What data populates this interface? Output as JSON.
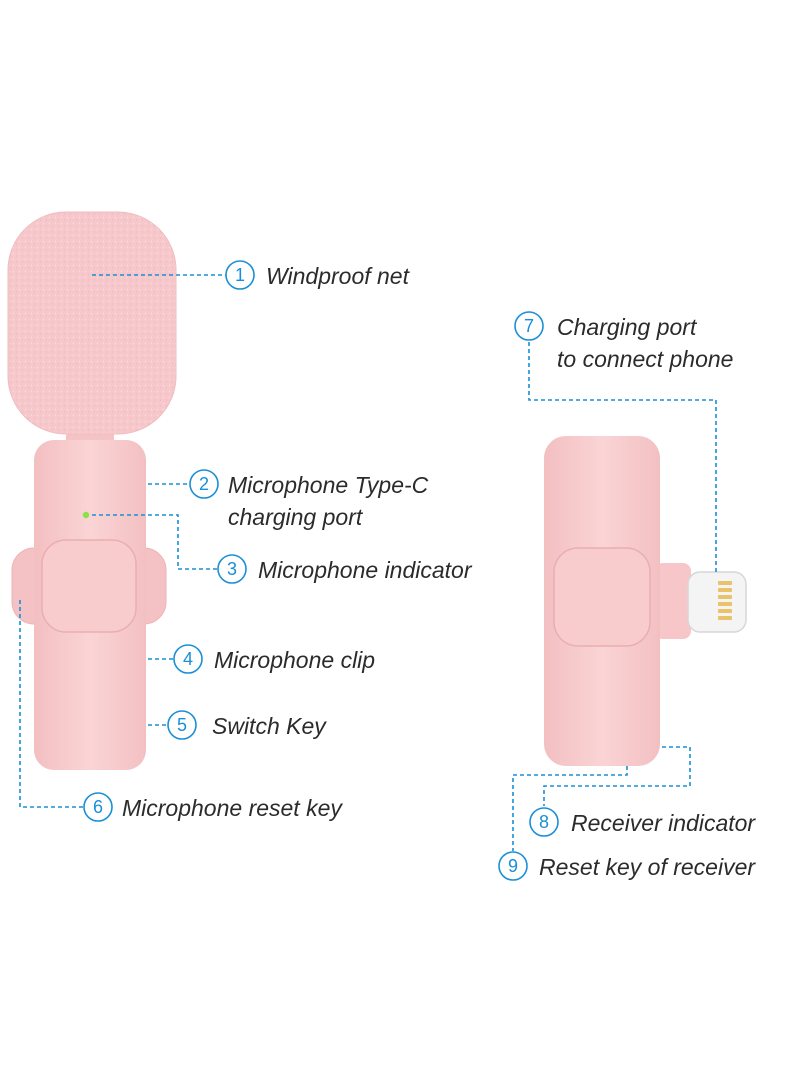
{
  "colors": {
    "body_pink": "#f9cfd0",
    "body_shade": "#f0b9bb",
    "foam_pink": "#f6c8cb",
    "accent_blue": "#1a8fd6",
    "indicator_green": "#8ce04a",
    "text": "#2b2b2b"
  },
  "callouts": [
    {
      "num": "1",
      "lines": [
        "Windproof net"
      ]
    },
    {
      "num": "2",
      "lines": [
        "Microphone Type-C",
        "charging port"
      ]
    },
    {
      "num": "3",
      "lines": [
        "Microphone indicator"
      ]
    },
    {
      "num": "4",
      "lines": [
        "Microphone clip"
      ]
    },
    {
      "num": "5",
      "lines": [
        "Switch Key"
      ]
    },
    {
      "num": "6",
      "lines": [
        "Microphone reset key"
      ]
    },
    {
      "num": "7",
      "lines": [
        "Charging port",
        "to connect phone"
      ]
    },
    {
      "num": "8",
      "lines": [
        "Receiver indicator"
      ]
    },
    {
      "num": "9",
      "lines": [
        "Reset key of receiver"
      ]
    }
  ]
}
